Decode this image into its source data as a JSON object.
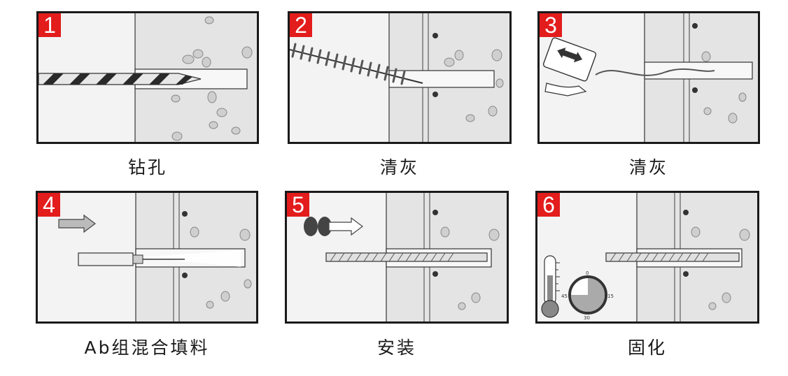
{
  "steps": [
    {
      "number": "1",
      "caption": "钻孔"
    },
    {
      "number": "2",
      "caption": "清灰"
    },
    {
      "number": "3",
      "caption": "清灰"
    },
    {
      "number": "4",
      "caption": "Ab组混合填料"
    },
    {
      "number": "5",
      "caption": "安装"
    },
    {
      "number": "6",
      "caption": "固化"
    }
  ],
  "colors": {
    "badge": "#e31c1c",
    "wall": "#e4e4e4",
    "background": "#f3f3f3",
    "outline": "#1a1a1a"
  },
  "icons": [
    "drill-bit-icon",
    "cleaning-brush-icon",
    "blow-pump-icon",
    "resin-cartridge-icon",
    "threaded-rod-icon",
    "thermometer-icon",
    "clock-icon"
  ],
  "timer_labels": [
    "0",
    "15",
    "30",
    "45"
  ]
}
